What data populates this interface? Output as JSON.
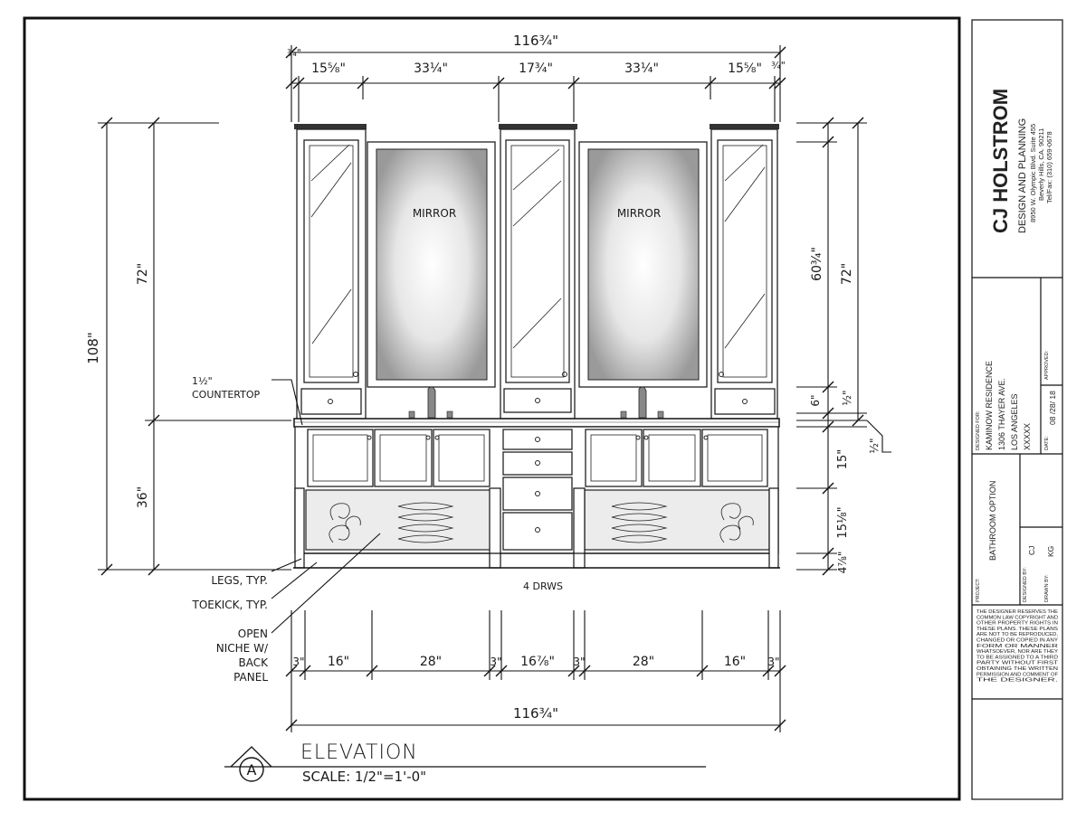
{
  "dimensions": {
    "overall_top": "116¾\"",
    "top_edge_left": "¾\"",
    "top_edge_right": "¾\"",
    "top_side_left": "15⅝\"",
    "top_mirror_left": "33¼\"",
    "top_center": "17¾\"",
    "top_mirror_right": "33¼\"",
    "top_side_right": "15⅝\"",
    "left_overall": "108\"",
    "left_upper": "72\"",
    "left_lower": "36\"",
    "right_mirror": "60¾\"",
    "right_upper": "72\"",
    "right_six": "6\"",
    "right_half_a": "½\"",
    "right_half_b": "½\"",
    "right_fifteen": "15\"",
    "right_niche": "15⅛\"",
    "right_toe": "4⅞\"",
    "bottom_a": "3\"",
    "bottom_b": "16\"",
    "bottom_c": "28\"",
    "bottom_d": "3\"",
    "bottom_e": "16⅞\"",
    "bottom_f": "3\"",
    "bottom_g": "28\"",
    "bottom_h": "16\"",
    "bottom_i": "3\"",
    "overall_bottom": "116¾\""
  },
  "labels": {
    "mirror_left": "MIRROR",
    "mirror_right": "MIRROR",
    "countertop_1": "1½\"",
    "countertop_2": "COUNTERTOP",
    "legs": "LEGS, TYP.",
    "toekick": "TOEKICK, TYP.",
    "open_1": "OPEN",
    "open_2": "NICHE W/",
    "open_3": "BACK",
    "open_4": "PANEL",
    "drws": "4 DRWS",
    "section_letter": "A",
    "elevation": "ELEVATION",
    "scale": "SCALE: 1/2\"=1'-0\""
  },
  "title_block": {
    "company": "CJ HOLSTROM",
    "subtitle": "DESIGN AND PLANNING",
    "address": "8950 W. Olympic Blvd. Suite 455",
    "city": "Beverly Hills, CA. 90211",
    "phone": "Tel/Fax: (310) 659-0678",
    "designed_for_label": "DESIGNED FOR:",
    "client": "KAMINOW RESIDENCE",
    "client_street": "1306 THAYER AVE.",
    "client_city": "LOS ANGELES",
    "client_zip": "XXXXX",
    "date_label": "DATE:",
    "date": "08 /28/ 18",
    "approved_label": "APPROVED:",
    "project_label": "PROJECT:",
    "project": "BATHROOM OPTION",
    "designed_by_label": "DESIGNED BY:",
    "designed_by": "CJ",
    "drawn_by_label": "DRAWN BY:",
    "drawn_by": "KG",
    "copyright": [
      "THE DESIGNER RESERVES THE",
      "COMMON LAW COPYRIGHT AND",
      "OTHER PROPERTY RIGHTS IN",
      "THESE PLANS. THESE PLANS",
      "ARE NOT TO BE REPRODUCED,",
      "CHANGED OR COPIED IN ANY",
      "FORM OR MANNER",
      "WHATSOEVER, NOR ARE THEY",
      "TO BE ASSIGNED TO A THIRD",
      "PARTY WITHOUT FIRST",
      "OBTAINING THE WRITTEN",
      "PERMISSION AND COMMENT OF",
      "THE DESIGNER."
    ]
  }
}
